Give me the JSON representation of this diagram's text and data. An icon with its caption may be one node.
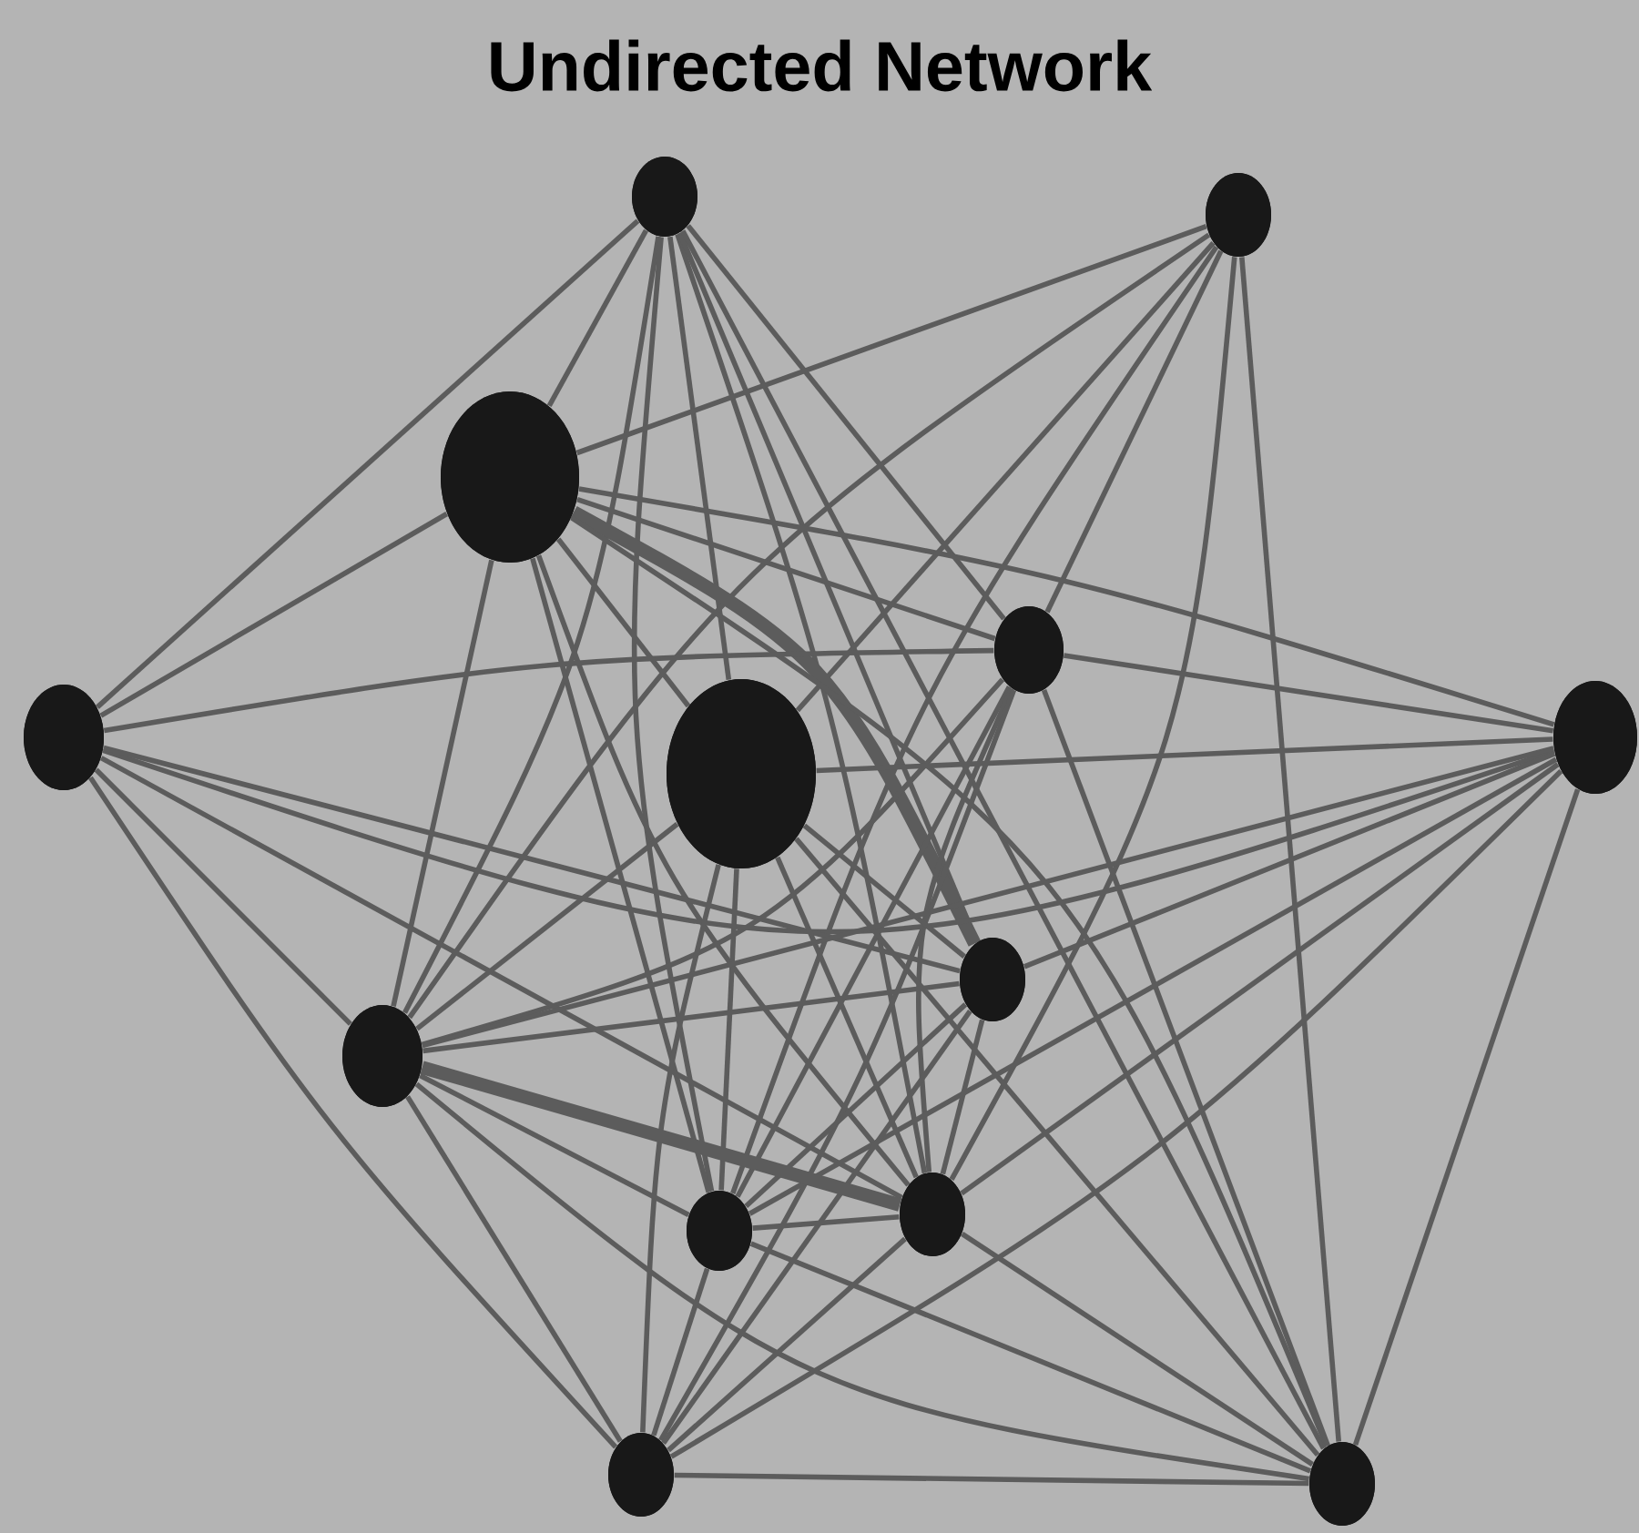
{
  "diagram": {
    "title": "Undirected Network",
    "nodes": [
      {
        "text": [],
        "shape": "circle"
      },
      {
        "text": [],
        "shape": "circle"
      },
      {
        "text": [],
        "shape": "circle"
      },
      {
        "text": [],
        "shape": "circle"
      },
      {
        "text": [],
        "shape": "circle"
      },
      {
        "text": [],
        "shape": "circle"
      },
      {
        "text": [],
        "shape": "circle"
      },
      {
        "text": [],
        "shape": "circle"
      },
      {
        "text": [],
        "shape": "circle"
      },
      {
        "text": [],
        "shape": "circle"
      },
      {
        "text": [],
        "shape": "circle"
      },
      {
        "text": [],
        "shape": "circle"
      },
      {
        "text": [],
        "shape": "circle"
      }
    ],
    "edges": [
      {
        "from": 0,
        "to": 4,
        "arrow": "none"
      },
      {
        "from": 0,
        "to": 2,
        "arrow": "none"
      },
      {
        "from": 0,
        "to": 8,
        "arrow": "none"
      },
      {
        "from": 0,
        "to": 5,
        "arrow": "none"
      },
      {
        "from": 0,
        "to": 9,
        "arrow": "none"
      },
      {
        "from": 0,
        "to": 10,
        "arrow": "none"
      },
      {
        "from": 0,
        "to": 7,
        "arrow": "none"
      },
      {
        "from": 0,
        "to": 3,
        "arrow": "none"
      },
      {
        "from": 0,
        "to": 12,
        "arrow": "none"
      },
      {
        "from": 1,
        "to": 2,
        "arrow": "none"
      },
      {
        "from": 1,
        "to": 8,
        "arrow": "none"
      },
      {
        "from": 1,
        "to": 5,
        "arrow": "none"
      },
      {
        "from": 1,
        "to": 9,
        "arrow": "none"
      },
      {
        "from": 1,
        "to": 10,
        "arrow": "none"
      },
      {
        "from": 1,
        "to": 3,
        "arrow": "none"
      },
      {
        "from": 1,
        "to": 12,
        "arrow": "none"
      },
      {
        "from": 2,
        "to": 4,
        "arrow": "none"
      },
      {
        "from": 2,
        "to": 6,
        "arrow": "none"
      },
      {
        "from": 2,
        "to": 3,
        "arrow": "none"
      },
      {
        "from": 2,
        "to": 5,
        "arrow": "none"
      },
      {
        "from": 2,
        "to": 7,
        "arrow": "none",
        "style": "thick"
      },
      {
        "from": 2,
        "to": 8,
        "arrow": "none"
      },
      {
        "from": 2,
        "to": 9,
        "arrow": "none"
      },
      {
        "from": 2,
        "to": 10,
        "arrow": "none"
      },
      {
        "from": 2,
        "to": 12,
        "arrow": "none"
      },
      {
        "from": 3,
        "to": 6,
        "arrow": "none"
      },
      {
        "from": 3,
        "to": 4,
        "arrow": "none"
      },
      {
        "from": 3,
        "to": 8,
        "arrow": "none"
      },
      {
        "from": 3,
        "to": 9,
        "arrow": "none"
      },
      {
        "from": 3,
        "to": 10,
        "arrow": "none"
      },
      {
        "from": 3,
        "to": 11,
        "arrow": "none"
      },
      {
        "from": 3,
        "to": 12,
        "arrow": "none"
      },
      {
        "from": 4,
        "to": 6,
        "arrow": "none"
      },
      {
        "from": 4,
        "to": 8,
        "arrow": "none"
      },
      {
        "from": 4,
        "to": 11,
        "arrow": "none"
      },
      {
        "from": 4,
        "to": 7,
        "arrow": "none"
      },
      {
        "from": 4,
        "to": 10,
        "arrow": "none"
      },
      {
        "from": 5,
        "to": 6,
        "arrow": "none"
      },
      {
        "from": 5,
        "to": 8,
        "arrow": "none"
      },
      {
        "from": 5,
        "to": 9,
        "arrow": "none"
      },
      {
        "from": 5,
        "to": 10,
        "arrow": "none"
      },
      {
        "from": 5,
        "to": 11,
        "arrow": "none"
      },
      {
        "from": 5,
        "to": 7,
        "arrow": "none"
      },
      {
        "from": 5,
        "to": 12,
        "arrow": "none"
      },
      {
        "from": 6,
        "to": 8,
        "arrow": "none"
      },
      {
        "from": 6,
        "to": 9,
        "arrow": "none"
      },
      {
        "from": 6,
        "to": 10,
        "arrow": "none"
      },
      {
        "from": 6,
        "to": 11,
        "arrow": "none"
      },
      {
        "from": 6,
        "to": 12,
        "arrow": "none"
      },
      {
        "from": 6,
        "to": 7,
        "arrow": "none"
      },
      {
        "from": 7,
        "to": 8,
        "arrow": "none"
      },
      {
        "from": 7,
        "to": 9,
        "arrow": "none"
      },
      {
        "from": 7,
        "to": 11,
        "arrow": "none"
      },
      {
        "from": 7,
        "to": 10,
        "arrow": "none"
      },
      {
        "from": 8,
        "to": 9,
        "arrow": "none"
      },
      {
        "from": 8,
        "to": 10,
        "arrow": "none",
        "style": "thick"
      },
      {
        "from": 8,
        "to": 11,
        "arrow": "none"
      },
      {
        "from": 8,
        "to": 12,
        "arrow": "none"
      },
      {
        "from": 9,
        "to": 11,
        "arrow": "none"
      },
      {
        "from": 9,
        "to": 12,
        "arrow": "none"
      },
      {
        "from": 9,
        "to": 10,
        "arrow": "none"
      },
      {
        "from": 10,
        "to": 11,
        "arrow": "none"
      },
      {
        "from": 10,
        "to": 12,
        "arrow": "none"
      },
      {
        "from": 11,
        "to": 12,
        "arrow": "none"
      }
    ]
  }
}
